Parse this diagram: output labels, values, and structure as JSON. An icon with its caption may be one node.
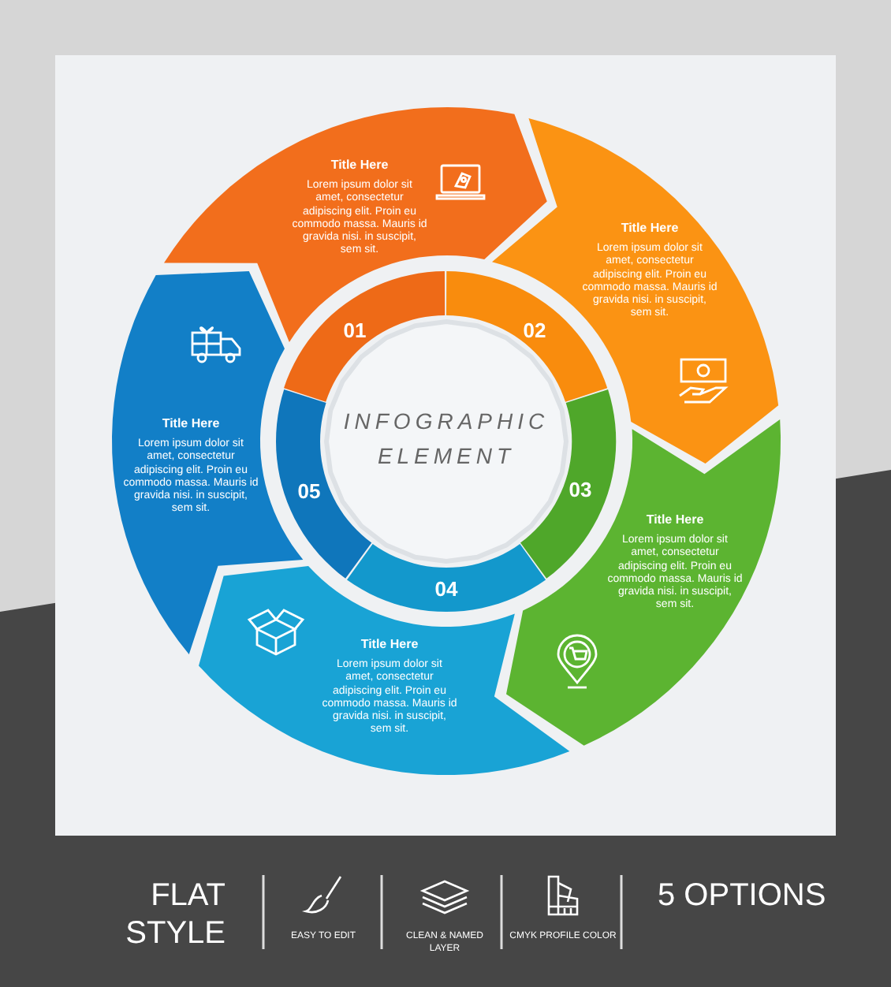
{
  "diagram": {
    "nodes": [
      {
        "text": [
          "Title Here",
          "Lorem ipsum dolor sit amet, consectetur adipiscing elit. Proin eu commodo massa. Mauris id gravida nisi. in suscipit, sem sit."
        ]
      },
      {
        "text": [
          "Title Here",
          "Lorem ipsum dolor sit amet, consectetur adipiscing elit. Proin eu commodo massa. Mauris id gravida nisi. in suscipit, sem sit."
        ]
      },
      {
        "text": [
          "Title Here",
          "Lorem ipsum dolor sit amet, consectetur adipiscing elit. Proin eu commodo massa. Mauris id gravida nisi. in suscipit, sem sit."
        ]
      },
      {
        "text": [
          "Title Here",
          "Lorem ipsum dolor sit amet, consectetur adipiscing elit. Proin eu commodo massa. Mauris id gravida nisi. in suscipit, sem sit."
        ]
      },
      {
        "text": [
          "Title Here",
          "Lorem ipsum dolor sit amet, consectetur adipiscing elit. Proin eu commodo massa. Mauris id gravida nisi. in suscipit, sem sit."
        ]
      },
      {
        "text": [
          "01"
        ]
      },
      {
        "text": [
          "02"
        ]
      },
      {
        "text": [
          "03"
        ]
      },
      {
        "text": [
          "04"
        ]
      },
      {
        "text": [
          "05"
        ]
      },
      {
        "text": [
          "INFOGRAPHIC ELEMENT"
        ]
      }
    ],
    "labels": [
      "FLAT STYLE",
      "EASY TO EDIT",
      "CLEAN & NAMED LAYER",
      "CMYK PROFILE COLOR",
      "5 OPTIONS"
    ]
  }
}
